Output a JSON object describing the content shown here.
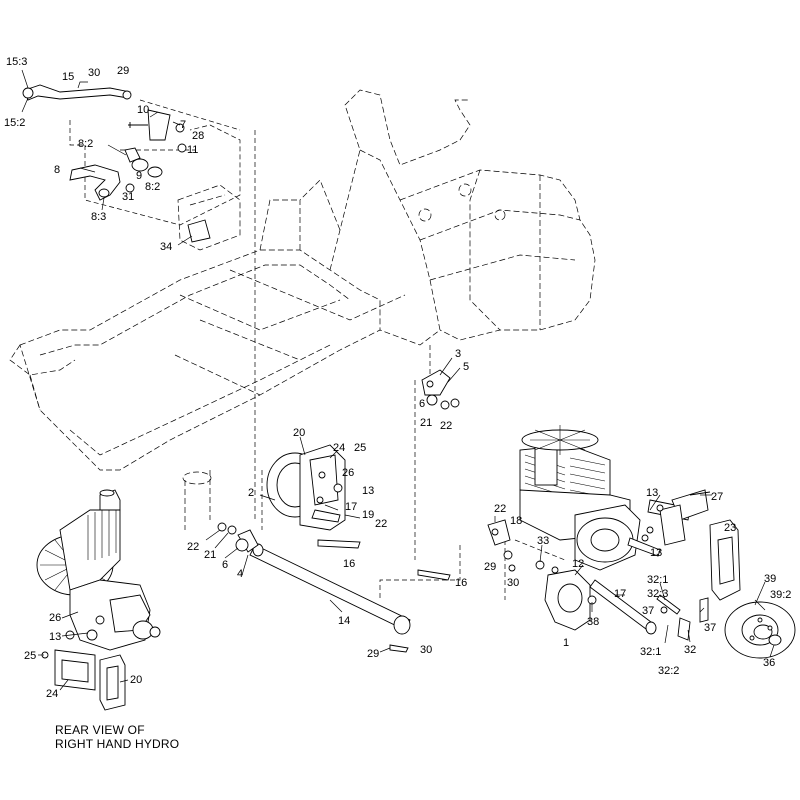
{
  "diagram": {
    "caption_line1": "REAR VIEW OF",
    "caption_line2": "RIGHT HAND HYDRO",
    "callouts": {
      "c15_3": "15:3",
      "c15": "15",
      "c30_top": "30",
      "c29_top": "29",
      "c15_2": "15:2",
      "c10": "10",
      "c7": "7",
      "c28": "28",
      "c8_2": "8:2",
      "c11": "11",
      "c8": "8",
      "c9": "9",
      "c8_2b": "8:2",
      "c31": "31",
      "c8_3": "8:3",
      "c34": "34",
      "c3": "3",
      "c5": "5",
      "c6_mid": "6",
      "c21_mid": "21",
      "c22_mid": "22",
      "c20": "20",
      "c24": "24",
      "c25": "25",
      "c26": "26",
      "c13_a": "13",
      "c2": "2",
      "c17_a": "17",
      "c19": "19",
      "c22_b": "22",
      "c22_c": "22",
      "c21_c": "21",
      "c6_c": "6",
      "c4": "4",
      "c16_a": "16",
      "c14": "14",
      "c29_bot": "29",
      "c30_bot": "30",
      "c22_d": "22",
      "c18": "18",
      "c33": "33",
      "c29_d": "29",
      "c30_d": "30",
      "c16_b": "16",
      "c12": "12",
      "c1": "1",
      "c38": "38",
      "c17_b": "17",
      "c13_b": "13",
      "c27": "27",
      "c13_c": "13",
      "c23": "23",
      "c32_1a": "32:1",
      "c32_3": "32:3",
      "c37_a": "37",
      "c32_1b": "32:1",
      "c32": "32",
      "c32_2": "32:2",
      "c37_b": "37",
      "c39": "39",
      "c39_2": "39:2",
      "c36": "36",
      "c26_rv": "26",
      "c13_rv": "13",
      "c25_rv": "25",
      "c24_rv": "24",
      "c20_rv": "20"
    }
  }
}
